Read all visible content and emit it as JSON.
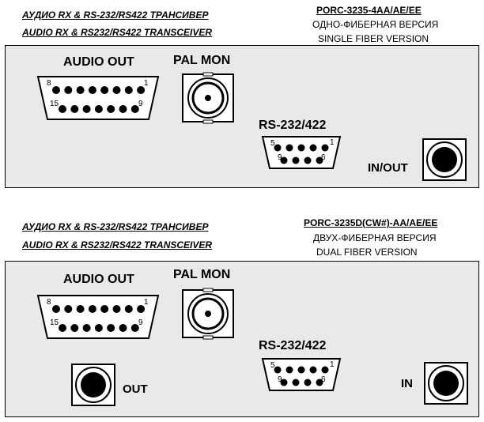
{
  "top": {
    "title_ru": "АУДИО RX &  RS-232/RS422  ТРАНСИВЕР",
    "title_en": "AUDIO RX & RS232/RS422 TRANSCEIVER",
    "model": "PORC-3235-4AA/AE/EE",
    "version_ru": "ОДНО-ФИБЕРНАЯ ВЕРСИЯ",
    "version_en": "SINGLE FIBER VERSION",
    "audio_out": "AUDIO OUT",
    "pal_mon": "PAL MON",
    "rs232": "RS-232/422",
    "io": "IN/OUT",
    "db15_pins": {
      "p8": "8",
      "p1": "1",
      "p15": "15",
      "p9": "9"
    },
    "db9_pins": {
      "p5": "5",
      "p1": "1",
      "p9": "9",
      "p6": "6"
    }
  },
  "bottom": {
    "title_ru": "АУДИО RX & RS-232/RS422  ТРАНСИВЕР",
    "title_en": "AUDIO RX & RS232/RS422 TRANSCEIVER",
    "model": "PORC-3235D(CW#)-AA/AE/EE",
    "version_ru": "ДВУХ-ФИБЕРНАЯ ВЕРСИЯ",
    "version_en": "DUAL FIBER VERSION",
    "audio_out": "AUDIO OUT",
    "pal_mon": "PAL MON",
    "rs232": "RS-232/422",
    "out": "OUT",
    "in": "IN",
    "db15_pins": {
      "p8": "8",
      "p1": "1",
      "p15": "15",
      "p9": "9"
    },
    "db9_pins": {
      "p5": "5",
      "p1": "1",
      "p9": "9",
      "p6": "6"
    }
  },
  "colors": {
    "panel": "#e9e9e9",
    "stroke": "#000000"
  }
}
